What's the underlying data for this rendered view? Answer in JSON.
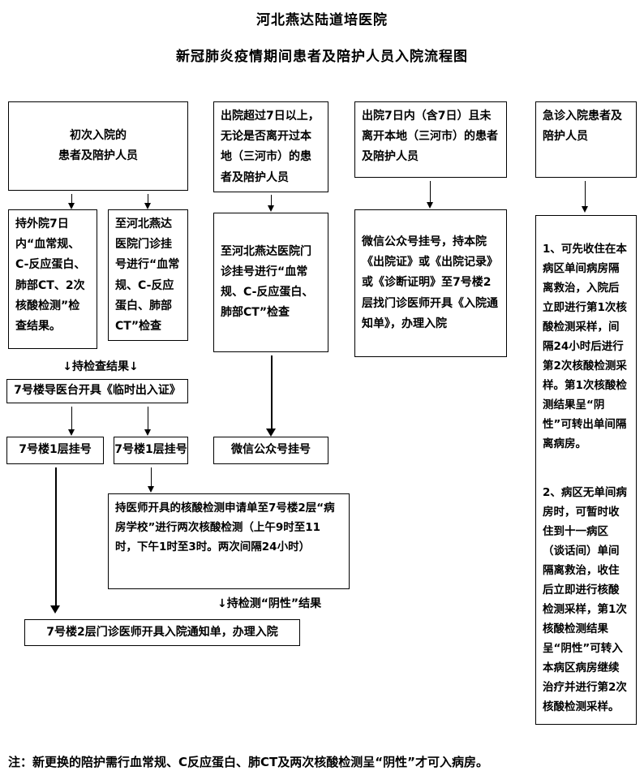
{
  "header": {
    "title": "河北燕达陆道培医院",
    "subtitle": "新冠肺炎疫情期间患者及陪护人员入院流程图"
  },
  "columns": {
    "c1_entry": "初次入院的\n患者及陪护人员",
    "c2_entry": "出院超过7日以上，无论是否离开过本地（三河市）的患者及陪护人员",
    "c3_entry": "出院7日内（含7日）且未离开本地（三河市）的患者及陪护人员",
    "c4_entry": "急诊入院患者及陪护人员"
  },
  "steps": {
    "c1_external_results": "持外院7日内“血常规、C-反应蛋白、肺部CT、2次核酸检测”检查结果。",
    "c1_hospital_check": "至河北燕达医院门诊挂号进行“血常规、C-反应蛋白、肺部CT”检查",
    "c2_hospital_check": "至河北燕达医院门诊挂号进行“血常规、C-反应蛋白、肺部CT”检查",
    "c3_wechat_admission": "微信公众号挂号，持本院《出院证》或《出院记录》或《诊断证明》至7号楼2层找门诊医师开具《入院通知单》，办理入院",
    "check_results_label": "↓持检查结果↓",
    "temp_pass": "7号楼导医台开具《临时出入证》",
    "c1a_register": "7号楼1层挂号",
    "c1b_register": "7号楼1层挂号",
    "c2_register": "微信公众号挂号",
    "nucleic_test": "持医师开具的核酸检测申请单至7号楼2层“病房学校”进行两次核酸检测（上午9时至11时，下午1时至3时。两次间隔24小时）",
    "negative_label": "↓持检测“阴性”结果",
    "final_admission": "7号楼2层门诊医师开具入院通知单，办理入院"
  },
  "emergency_notes": {
    "item1": "1、可先收住在本病区单间病房隔离救治，入院后立即进行第1次核酸检测采样，间隔24小时后进行第2次核酸检测采样。第1次核酸检测结果呈“阴性”可转出单间隔离病房。",
    "item2": "2、病区无单间病房时，可暂时收住到十一病区（谈话间）单间隔离救治，收住后立即进行核酸检测采样，第1次核酸检测结果呈“阴性”可转入本病区病房继续治疗并进行第2次核酸检测采样。"
  },
  "footnote": "注：新更换的陪护需行血常规、C反应蛋白、肺CT及两次核酸检测呈“阴性”才可入病房。"
}
